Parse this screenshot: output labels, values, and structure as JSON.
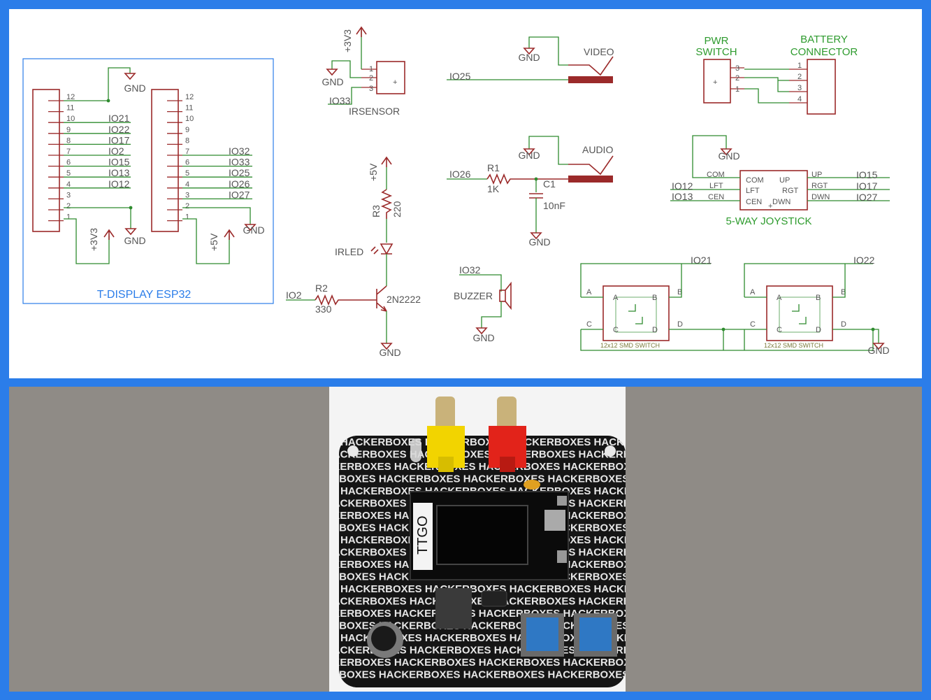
{
  "esp32": {
    "title": "T-DISPLAY ESP32",
    "pins": [
      "12",
      "11",
      "10",
      "9",
      "8",
      "7",
      "6",
      "5",
      "4",
      "3",
      "2",
      "1"
    ],
    "left_labels": [
      "IO21",
      "IO22",
      "IO17",
      "IO2",
      "IO15",
      "IO13",
      "IO12"
    ],
    "right_labels": [
      "IO32",
      "IO33",
      "IO25",
      "IO26",
      "IO27"
    ],
    "gnd": "GND",
    "v33": "+3V3",
    "v5": "+5V"
  },
  "ir_sensor": {
    "name": "IRSENSOR",
    "supply": "+3V3",
    "gnd": "GND",
    "net": "IO33",
    "pins": [
      "1",
      "2",
      "3"
    ]
  },
  "video": {
    "name": "VIDEO",
    "gnd": "GND",
    "net": "IO25"
  },
  "audio": {
    "name": "AUDIO",
    "gnd": "GND",
    "net": "IO26",
    "r1": "R1",
    "r1_val": "1K",
    "c1": "C1",
    "c1_val": "10nF",
    "gnd2": "GND"
  },
  "ir_led": {
    "supply": "+5V",
    "r3": "R3",
    "r3_val": "220",
    "led": "IRLED",
    "transistor": "2N2222",
    "r2": "R2",
    "r2_val": "330",
    "net": "IO2",
    "gnd": "GND"
  },
  "buzzer": {
    "name": "BUZZER",
    "net": "IO32",
    "gnd": "GND"
  },
  "power": {
    "pwr_switch_line1": "PWR",
    "pwr_switch_line2": "SWITCH",
    "battery_line1": "BATTERY",
    "battery_line2": "CONNECTOR",
    "switch_pins": [
      "3",
      "2",
      "1"
    ],
    "battery_pins": [
      "1",
      "2",
      "3",
      "4"
    ]
  },
  "joystick": {
    "title": "5-WAY JOYSTICK",
    "gnd": "GND",
    "left_pins": [
      "COM",
      "LFT",
      "CEN"
    ],
    "inner_left": [
      "COM",
      "LFT",
      "CEN"
    ],
    "inner_right": [
      "UP",
      "RGT",
      "DWN"
    ],
    "right_pins": [
      "UP",
      "RGT",
      "DWN"
    ],
    "left_nets": [
      "IO12",
      "IO13"
    ],
    "right_nets": [
      "IO15",
      "IO17",
      "IO27"
    ]
  },
  "switches": {
    "label": "12x12 SMD SWITCH",
    "net1": "IO21",
    "net2": "IO22",
    "gnd": "GND",
    "pins": [
      "A",
      "B",
      "C",
      "D"
    ]
  },
  "photo": {
    "board_name": "TTGO",
    "silkscreen": "HACKERBOXES"
  },
  "colors": {
    "frame": "#2b7de9",
    "wire": "#2e8b2e",
    "part": "#9b2a2a",
    "board": "#111111",
    "button_blue": "#2f78c4",
    "rca_yellow": "#f2d400",
    "rca_red": "#e2231a"
  }
}
